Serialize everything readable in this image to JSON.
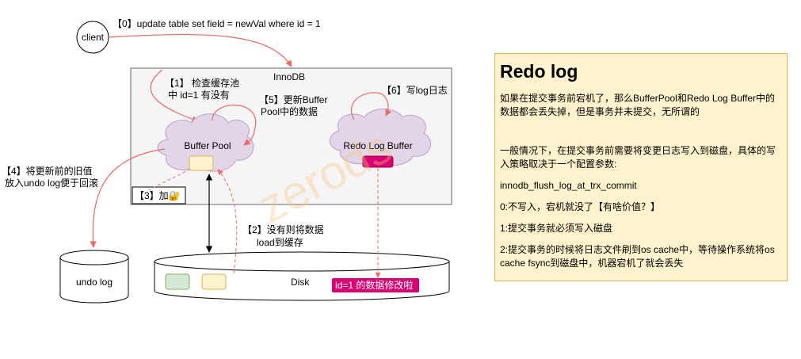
{
  "client": {
    "label": "client"
  },
  "step0": "【0】update table set field = newVal where id = 1",
  "innodb": {
    "label": "InnoDB"
  },
  "step1": {
    "line1": "【1】 检查缓存池",
    "line2": "中 id=1 有没有"
  },
  "step5": {
    "line1": "【5】更新Buffer",
    "line2": "Pool中的数据"
  },
  "step6": "【6】写log日志",
  "buffer_pool": {
    "label": "Buffer Pool"
  },
  "redo_log_buffer": {
    "label": "Redo Log Buffer"
  },
  "step3": "【3】加🔐",
  "step4": {
    "line1": "【4】将更新前的旧值",
    "line2": "放入undo log便于回滚"
  },
  "step2": {
    "line1": "【2】没有则将数据",
    "line2": "load到缓存"
  },
  "undo_log": {
    "label": "undo log"
  },
  "disk": {
    "label": "Disk",
    "badge": "id=1 的数据修改啦"
  },
  "watermark": [
    "zerods",
    "zerods"
  ],
  "colors": {
    "cloud": "#e1d5e7",
    "cloud_stroke": "#9673a6",
    "arrow_red": "#ea6b66",
    "data_yellow": "#fff2cc",
    "data_green": "#d5e8d4",
    "badge": "#d80073",
    "note_bg": "#fff2cc"
  },
  "note": {
    "title": "Redo log",
    "p1": "如果在提交事务前宕机了，那么BufferPool和Redo Log Buffer中的数据都会丢失掉，但是事务并未提交，无所谓的",
    "p2": "一般情况下，在提交事务前需要将变更日志写入到磁盘，具体的写入策略取决于一个配置参数:",
    "p3": "innodb_flush_log_at_trx_commit",
    "p4": "0:不写入，宕机就没了【有啥价值？】",
    "p5": "1:提交事务就必须写入磁盘",
    "p6": "2:提交事务的时候将日志文件刷到os cache中，等待操作系统将os cache fsync到磁盘中，机器宕机了就会丢失"
  }
}
